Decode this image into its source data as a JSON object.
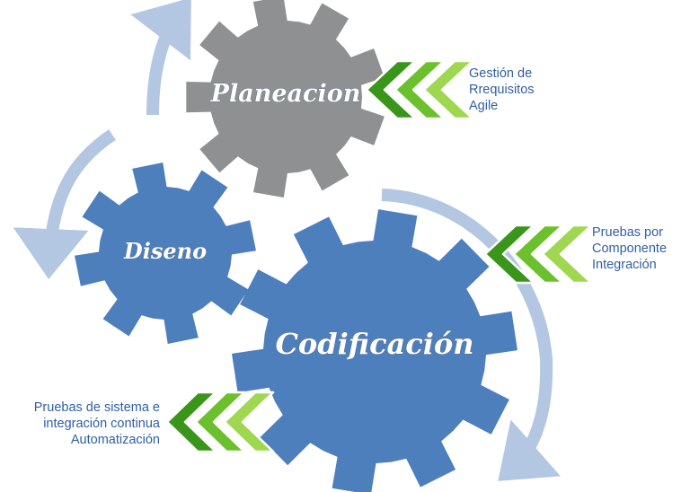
{
  "gears": [
    {
      "id": "planeacion",
      "label": "Planeacion",
      "color": "#8e9092"
    },
    {
      "id": "diseno",
      "label": "Diseno",
      "color": "#4e7fbd"
    },
    {
      "id": "codificacion",
      "label": "Codificación",
      "color": "#4e7fbd"
    }
  ],
  "notes": [
    {
      "id": "planeacion",
      "lines": [
        "Gestión de",
        "Rrequisitos",
        "Agile"
      ]
    },
    {
      "id": "componente",
      "lines": [
        "Pruebas por",
        "Componente",
        "Integración"
      ]
    },
    {
      "id": "sistema",
      "lines": [
        "Pruebas de sistema e",
        "integración continua",
        "Automatización"
      ]
    }
  ],
  "colors": {
    "arrow": "#b3c7e2",
    "chevron_dark": "#3d9c1c",
    "chevron_light": "#9fd850",
    "text": "#2f5fa5"
  },
  "icons": [
    "chevron-triple-icon",
    "cycle-arrow-icon"
  ]
}
